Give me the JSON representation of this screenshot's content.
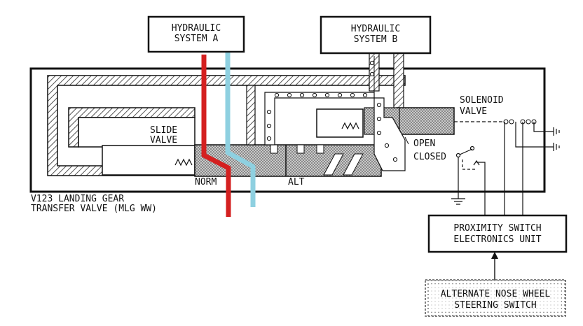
{
  "colors": {
    "line": "#111111",
    "hatch": "#555555",
    "stipple": "#bdbdbd",
    "system_a_pressure": "#d42020",
    "system_a_return": "#8ed0e0",
    "background": "#ffffff"
  },
  "boxes": {
    "hyd_a": {
      "line1": "HYDRAULIC",
      "line2": "SYSTEM A"
    },
    "hyd_b": {
      "line1": "HYDRAULIC",
      "line2": "SYSTEM B"
    },
    "prox": {
      "line1": "PROXIMITY SWITCH",
      "line2": "ELECTRONICS UNIT"
    },
    "alt_steer": {
      "line1": "ALTERNATE NOSE WHEEL",
      "line2": "STEERING SWITCH"
    }
  },
  "labels": {
    "solenoid_1": "SOLENOID",
    "solenoid_2": "VALVE",
    "slide_1": "SLIDE",
    "slide_2": "VALVE",
    "open": "OPEN",
    "closed": "CLOSED",
    "norm": "NORM",
    "alt": "ALT",
    "title_1": "V123 LANDING GEAR",
    "title_2": "TRANSFER VALVE (MLG WW)"
  },
  "icons": [
    "spring-icon",
    "ground-icon",
    "switch-icon",
    "arrow-up-icon"
  ]
}
